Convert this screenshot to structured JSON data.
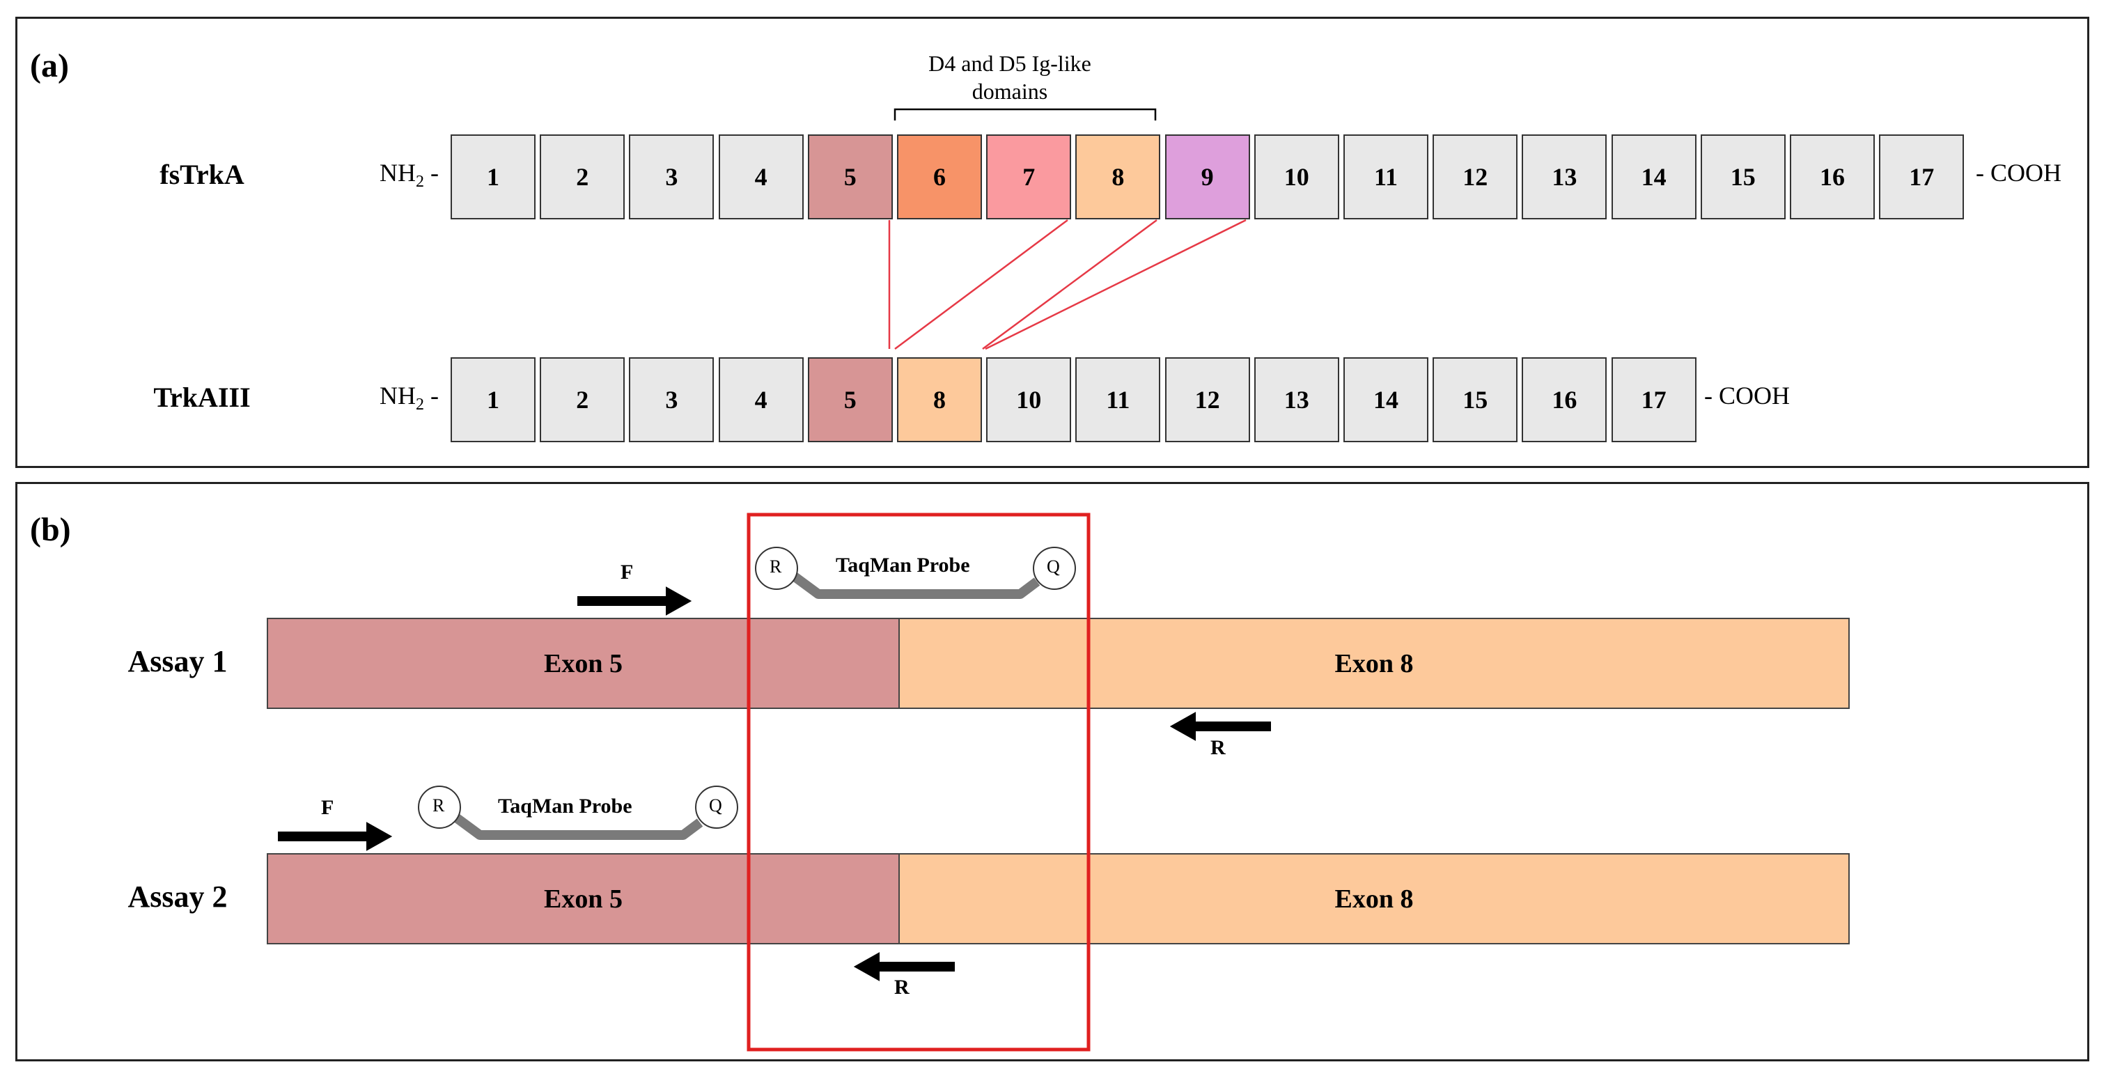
{
  "panel_a": {
    "label": "(a)",
    "annotation": "D4 and D5 Ig-like domains",
    "nh2": "NH",
    "nh2_sub": "2",
    "nh2_dash": " -",
    "cooh": "- COOH",
    "rows": [
      {
        "name": "fsTrkA",
        "boxes": [
          {
            "label": "1",
            "color": "#e8e8e8"
          },
          {
            "label": "2",
            "color": "#e8e8e8"
          },
          {
            "label": "3",
            "color": "#e8e8e8"
          },
          {
            "label": "4",
            "color": "#e8e8e8"
          },
          {
            "label": "5",
            "color": "#d79595"
          },
          {
            "label": "6",
            "color": "#f79368"
          },
          {
            "label": "7",
            "color": "#fa9a9f"
          },
          {
            "label": "8",
            "color": "#fdc99b"
          },
          {
            "label": "9",
            "color": "#de9fdc"
          },
          {
            "label": "10",
            "color": "#e8e8e8"
          },
          {
            "label": "11",
            "color": "#e8e8e8"
          },
          {
            "label": "12",
            "color": "#e8e8e8"
          },
          {
            "label": "13",
            "color": "#e8e8e8"
          },
          {
            "label": "14",
            "color": "#e8e8e8"
          },
          {
            "label": "15",
            "color": "#e8e8e8"
          },
          {
            "label": "16",
            "color": "#e8e8e8"
          },
          {
            "label": "17",
            "color": "#e8e8e8"
          }
        ]
      },
      {
        "name": "TrkAIII",
        "boxes": [
          {
            "label": "1",
            "color": "#e8e8e8"
          },
          {
            "label": "2",
            "color": "#e8e8e8"
          },
          {
            "label": "3",
            "color": "#e8e8e8"
          },
          {
            "label": "4",
            "color": "#e8e8e8"
          },
          {
            "label": "5",
            "color": "#d79595"
          },
          {
            "label": "8",
            "color": "#fdc99b"
          },
          {
            "label": "10",
            "color": "#e8e8e8"
          },
          {
            "label": "11",
            "color": "#e8e8e8"
          },
          {
            "label": "12",
            "color": "#e8e8e8"
          },
          {
            "label": "13",
            "color": "#e8e8e8"
          },
          {
            "label": "14",
            "color": "#e8e8e8"
          },
          {
            "label": "15",
            "color": "#e8e8e8"
          },
          {
            "label": "16",
            "color": "#e8e8e8"
          },
          {
            "label": "17",
            "color": "#e8e8e8"
          }
        ]
      }
    ]
  },
  "panel_b": {
    "label": "(b)",
    "assays": [
      {
        "name": "Assay 1",
        "exon5": "Exon 5",
        "exon8": "Exon 8",
        "forward": "F",
        "reverse": "R",
        "probe": "TaqMan Probe",
        "reporter": "R",
        "quencher": "Q"
      },
      {
        "name": "Assay 2",
        "exon5": "Exon 5",
        "exon8": "Exon 8",
        "forward": "F",
        "reverse": "R",
        "probe": "TaqMan Probe",
        "reporter": "R",
        "quencher": "Q"
      }
    ],
    "colors": {
      "exon5": "#d79595",
      "exon8": "#fdc99b",
      "junction_frame": "#e02020",
      "probe_link": "#7a7a7a",
      "primer": "#000000"
    }
  },
  "colors": {
    "connector_lines": "#e63946"
  }
}
